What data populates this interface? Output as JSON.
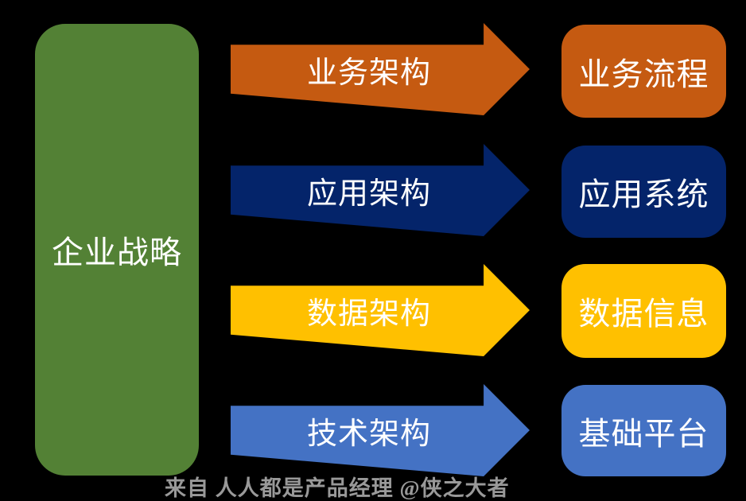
{
  "canvas": {
    "background": "#000000"
  },
  "strategy_box": {
    "label": "企业战略",
    "color": "#538135",
    "text_color": "#ffffff"
  },
  "rows": [
    {
      "arrow_label": "业务架构",
      "box_label": "业务流程",
      "color": "#C55A11"
    },
    {
      "arrow_label": "应用架构",
      "box_label": "应用系统",
      "color": "#04246A"
    },
    {
      "arrow_label": "数据架构",
      "box_label": "数据信息",
      "color": "#FFC000"
    },
    {
      "arrow_label": "技术架构",
      "box_label": "基础平台",
      "color": "#4472C4"
    }
  ],
  "watermark": {
    "text": "来自 人人都是产品经理 @侠之大者",
    "color": "#999999"
  }
}
